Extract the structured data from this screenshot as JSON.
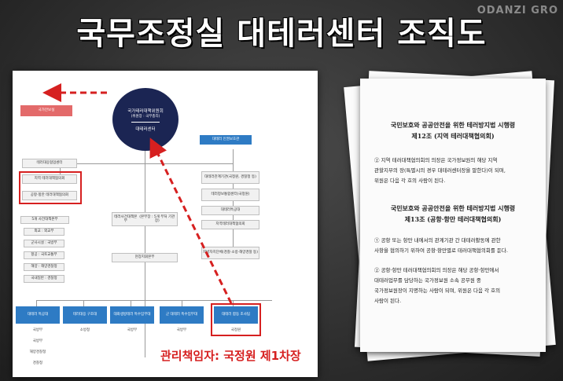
{
  "title": "국무조정실 대테러센터 조직도",
  "watermark": "ODANZI GRO",
  "chart": {
    "top": {
      "line1": "국가테러대책위원회",
      "line2": "(위원장 : 국무총리)",
      "line3": "대테러센터"
    },
    "left_red": "국가안보실",
    "right_blue": "대테러 인권보호관",
    "left_group": [
      "테러대응협업센터",
      "지역 테러대책협의회",
      "공항·항만 테러대책협의회"
    ],
    "mid_gray": [
      "대테러관계기관",
      "(국정원, 경찰청 등)",
      "테러정보통합센터",
      "(국정원)",
      "대테러특공대",
      "지역테러대책협의회"
    ],
    "sector_header": "5개 사건대책본부",
    "sector_items": [
      "외교 : 외교부",
      "군사시설 : 국방부",
      "항공 : 국토교통부",
      "해양 : 해양경찰청",
      "국내일반 : 경찰청"
    ],
    "center_main": "테러사건대책본부",
    "center_main_sub": "(본부장 : 5개 부처 기관장)",
    "center_second": "현장지휘본부",
    "right_small": [
      "지방자치단체",
      "(경찰·소방·해양경찰 등)"
    ],
    "bottom_blue": [
      "대테러 특공대",
      "테러대응 구조대",
      "대화생방테러 특수임무대",
      "군 대테러 특수임무대",
      "대테러 합동 조사팀"
    ],
    "bottom_gray": [
      "국방부",
      "소방청",
      "국방부",
      "국방부",
      "국정원"
    ],
    "bottom_extra": [
      "국방부",
      "해양경찰청",
      "경찰청"
    ],
    "caption": "관리책임자: 국정원 제1차장"
  },
  "law": {
    "h1": "국민보호와 공공안전을 위한 테러방지법 시행령",
    "h1b": "제12조 (지역 테러대책협의회)",
    "p1": [
      "② 지역 테러대책협의회의 의장은 국가정보원의 해당 지역",
      "관할지부의 장(특별시의 경우 대테러센터장을 말한다)이 되며,",
      "위원은 다음 각 호의 사람이 된다."
    ],
    "h2": "국민보호와 공공안전을 위한 테러방지법 시행령",
    "h2b": "제13조 (공항·항만 테러대책협의회)",
    "p2": [
      "① 공항 또는 항만 내에서의 관계기관 간 대테러활동에 관한",
      "사항을 협의하기 위하여 공항·항만별로 테러대책협의회를 둔다."
    ],
    "p3": [
      "② 공항·항만 테러대책협의회의 의장은 해당 공항·항만에서",
      "대테러업무를 담당하는 국가정보원 소속 공무원 중",
      "국가정보원장이 지명하는 사람이 되며, 위원은 다음 각 호의",
      "사람이 된다."
    ]
  }
}
